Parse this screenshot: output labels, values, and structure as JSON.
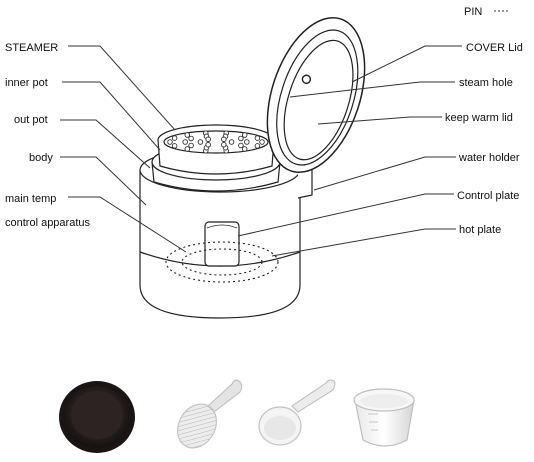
{
  "labels": {
    "pin": "PIN",
    "steamer": "STEAMER",
    "cover_lid": "COVER Lid",
    "inner_pot": "inner pot",
    "steam_hole": "steam hole",
    "out_pot": "out pot",
    "keep_warm_lid": "keep warm lid",
    "body": "body",
    "water_holder": "water holder",
    "main_temp_line1": "main temp",
    "main_temp_line2": "control apparatus",
    "control_plate": "Control plate",
    "hot_plate": "hot plate"
  },
  "accessories": [
    {
      "name": "inner-pot-accessory"
    },
    {
      "name": "rice-paddle-accessory"
    },
    {
      "name": "soup-ladle-accessory"
    },
    {
      "name": "measuring-cup-accessory"
    }
  ],
  "colors": {
    "line": "#222222",
    "pot_dark": "#2a2322",
    "accessory_gray": "#cfcfcf"
  }
}
